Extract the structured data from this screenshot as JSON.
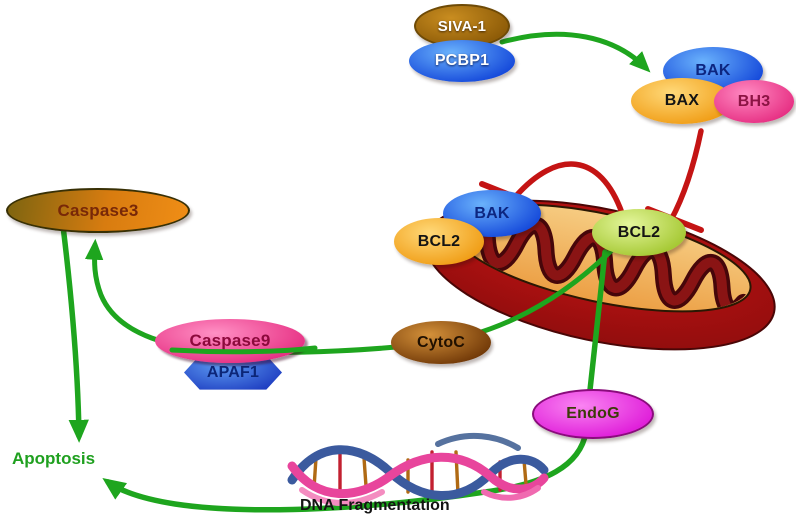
{
  "figure": {
    "title": "SIVA-1 / PCBP1 mitochondrial apoptosis pathway diagram",
    "background": "#ffffff"
  },
  "nodes": {
    "siva1": {
      "label": "SIVA-1",
      "fill": "#9a6509",
      "text_color": "#ffffff"
    },
    "pcbp1": {
      "label": "PCBP1",
      "fill": "#2a52d8",
      "text_color": "#ffffff"
    },
    "bak_complex": {
      "label": "BAK",
      "fill": "#1e6af0",
      "text_color": "#0d2680"
    },
    "bax": {
      "label": "BAX",
      "fill": "#f5a825",
      "text_color": "#141414"
    },
    "bh3": {
      "label": "BH3",
      "fill": "#ee3f92",
      "text_color": "#8c1444"
    },
    "bak_mito": {
      "label": "BAK",
      "fill": "#1e6af0",
      "text_color": "#0d2680"
    },
    "bcl2_mito": {
      "label": "BCL2",
      "fill": "#f5b23c",
      "text_color": "#141414"
    },
    "bcl2_right": {
      "label": "BCL2",
      "fill": "#b8d944",
      "text_color": "#141414"
    },
    "caspase3": {
      "label": "Caspase3",
      "fill": "#d87c10",
      "text_color": "#782808"
    },
    "caspase9": {
      "label": "Caspase9",
      "fill": "#ee3f92",
      "text_color": "#8c0a3c"
    },
    "apaf1": {
      "label": "APAF1",
      "fill": "#2f55d8",
      "text_color": "#0c2678"
    },
    "cytoc": {
      "label": "CytoC",
      "fill": "#96520f",
      "text_color": "#201000"
    },
    "endog": {
      "label": "EndoG",
      "fill": "#ea32de",
      "text_color": "#3c3c08"
    }
  },
  "labels": {
    "apoptosis": "Apoptosis",
    "dna_fragmentation": "DNA Fragmentation"
  },
  "edges": [
    {
      "from": "SIVA-1/PCBP1",
      "to": "BAK-BAX-BH3 complex",
      "type": "activation",
      "color": "#1ea51e"
    },
    {
      "from": "BAX/BH3",
      "to": "BCL2 (mitochondrial)",
      "type": "inhibition",
      "color": "#c41414"
    },
    {
      "from": "BCL2",
      "to": "BAK (mitochondrial)",
      "type": "inhibition",
      "color": "#c41414"
    },
    {
      "from": "BCL2/mitochondrion",
      "to": "CytoC → APAF1/Caspase9 → Caspase3",
      "type": "activation",
      "color": "#1ea51e"
    },
    {
      "from": "Caspase3",
      "to": "Apoptosis",
      "type": "activation",
      "color": "#1ea51e"
    },
    {
      "from": "BCL2/mitochondrion",
      "to": "EndoG → DNA Fragmentation → Apoptosis",
      "type": "activation",
      "color": "#1ea51e"
    }
  ],
  "colors": {
    "activation_arrow": "#1ea51e",
    "inhibition_line": "#c41414",
    "mitochondrion_body": "#a31010",
    "mitochondrion_matrix": "#f2bd72",
    "mitochondrion_cristae": "#7e1212",
    "dna_ribbon_blue": "#3b5a9e",
    "dna_ribbon_pink": "#e8459c",
    "apoptosis_text": "#1fa01f"
  }
}
